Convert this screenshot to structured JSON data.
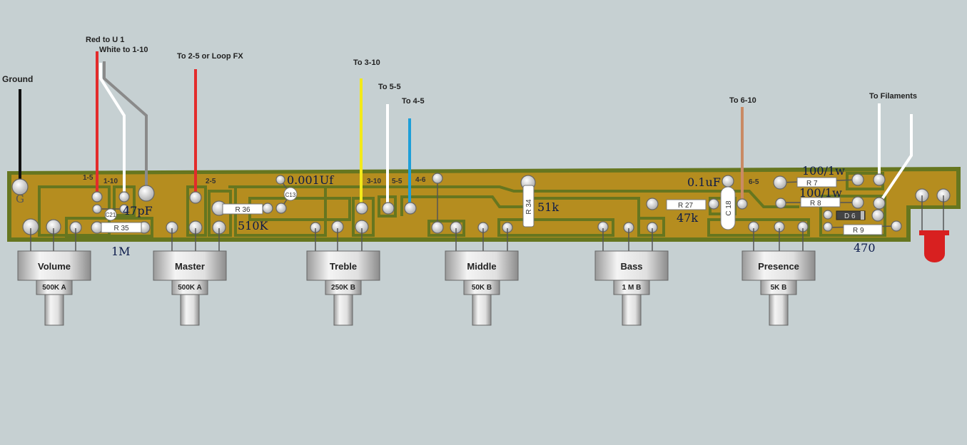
{
  "wire_labels": {
    "ground": "Ground",
    "red_u1": "Red to U 1",
    "white_110": "White to 1-10",
    "to_25": "To 2-5 or Loop FX",
    "to_310": "To 3-10",
    "to_55": "To 5-5",
    "to_45": "To 4-5",
    "to_610": "To 6-10",
    "to_filaments": "To Filaments"
  },
  "board_labels": {
    "g": "G",
    "l15": "1-5",
    "l110": "1-10",
    "l25": "2-5",
    "l310": "3-10",
    "l55": "5-5",
    "l46": "4-6",
    "l65": "6-5"
  },
  "components": {
    "r35": "R 35",
    "r36": "R 36",
    "r34": "R 34",
    "r27": "R 27",
    "r7": "R 7",
    "r8": "R 8",
    "r9": "R 9",
    "d6": "D 6",
    "c18": "C 18",
    "c13": "C13",
    "c21": "C21"
  },
  "values": {
    "c13": "0.001Uf",
    "c21": "47pF",
    "r35": "1M",
    "r36": "510K",
    "r34": "51k",
    "c18": "0.1uF",
    "r27": "47k",
    "r7": "100/1w",
    "r8": "100/1w",
    "r9": "470"
  },
  "pots": [
    {
      "name": "Volume",
      "value": "500K A"
    },
    {
      "name": "Master",
      "value": "500K A"
    },
    {
      "name": "Treble",
      "value": "250K B"
    },
    {
      "name": "Middle",
      "value": "50K B"
    },
    {
      "name": "Bass",
      "value": "1 M B"
    },
    {
      "name": "Presence",
      "value": "5K B"
    }
  ],
  "colors": {
    "background": "#c6d0d2",
    "board_green": "#66761f",
    "board_gold": "#b58d1f",
    "wire_red": "#e32b2b",
    "wire_yellow": "#f3ea1a",
    "wire_blue": "#1e9fd8",
    "wire_brown": "#c98a64",
    "wire_gray": "#8a8a8a",
    "led_red": "#d82020"
  }
}
